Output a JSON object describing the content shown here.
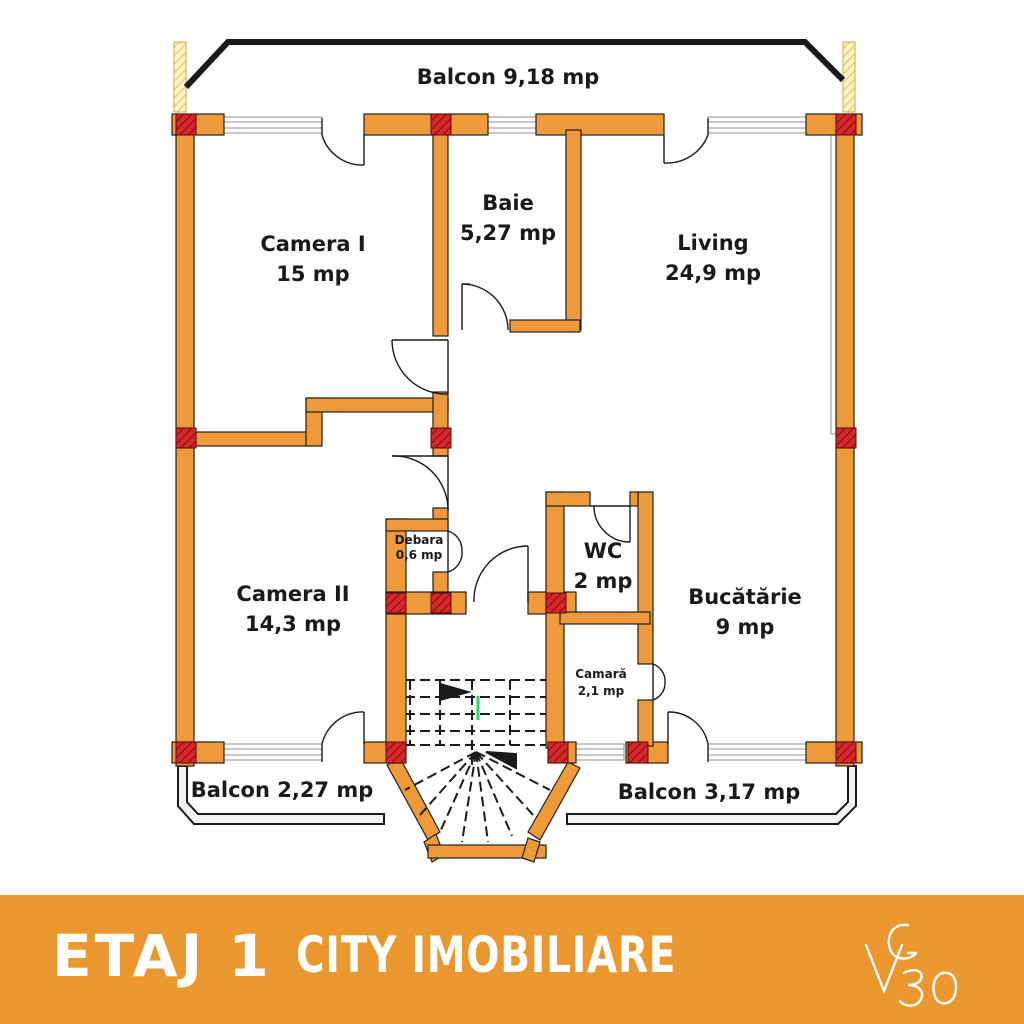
{
  "colors": {
    "wall": "#ee9a3a",
    "wall_outline": "#1f1f1f",
    "pillar": "#d7272b",
    "window_frame": "#9a9a9a",
    "footer_bg": "#e9972e",
    "footer_text": "#ffffff"
  },
  "rooms": {
    "balcon_top": "Balcon 9,18 mp",
    "camera1_name": "Camera I",
    "camera1_area": "15 mp",
    "baie_name": "Baie",
    "baie_area": "5,27 mp",
    "living_name": "Living",
    "living_area": "24,9 mp",
    "debara_name": "Debara",
    "debara_area": "0,6 mp",
    "wc_name": "WC",
    "wc_area": "2 mp",
    "camera2_name": "Camera II",
    "camera2_area": "14,3 mp",
    "bucatarie_name": "Bucătărie",
    "bucatarie_area": "9 mp",
    "camara_name": "Camară",
    "camara_area": "2,1 mp",
    "balcon_left": "Balcon 2,27 mp",
    "balcon_right": "Balcon 3,17 mp"
  },
  "footer": {
    "floor_label": "ETAJ 1",
    "brand_name": "CITY IMOBILIARE",
    "logo_icon": "cg30-monogram-icon"
  }
}
